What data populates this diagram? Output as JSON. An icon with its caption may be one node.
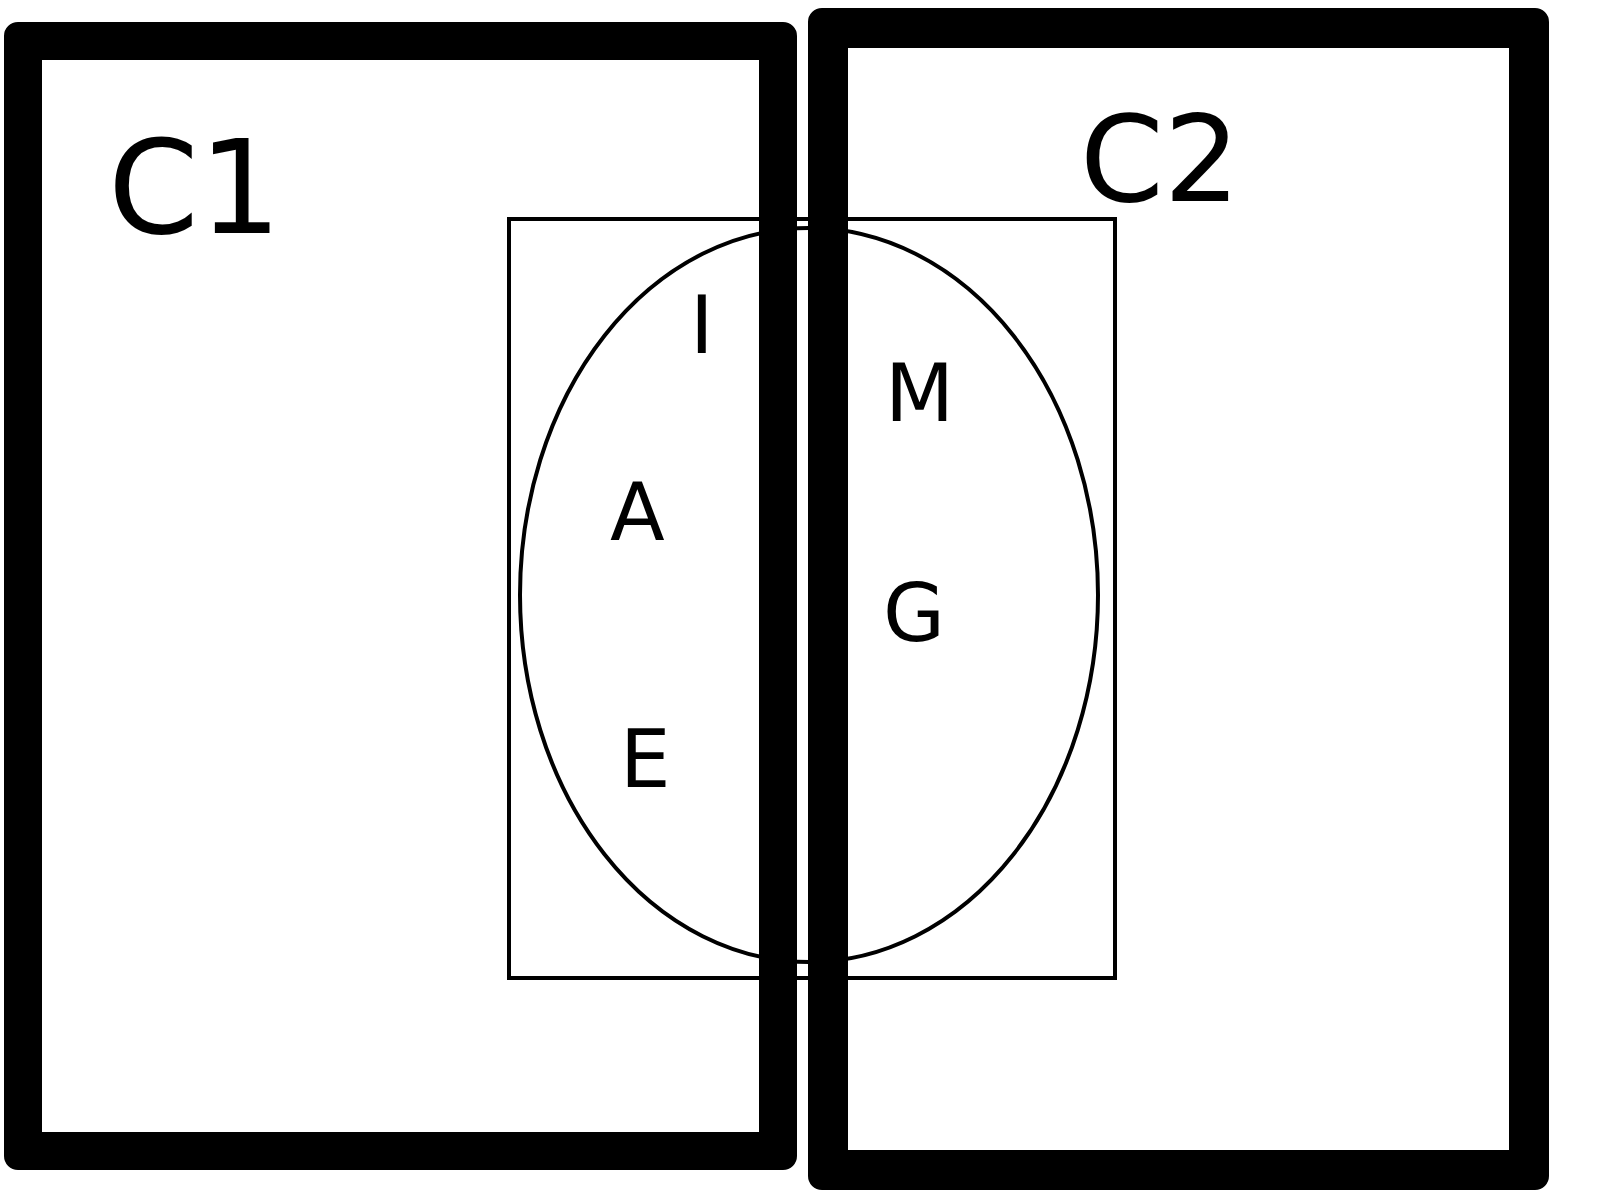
{
  "diagram": {
    "nodes": [
      {
        "text": [
          "C1"
        ]
      },
      {
        "text": [
          "C2"
        ]
      },
      {
        "text": [],
        "shape": "box"
      },
      {
        "text": [
          "I",
          "M",
          "A",
          "G",
          "E"
        ],
        "in": 2
      }
    ]
  }
}
